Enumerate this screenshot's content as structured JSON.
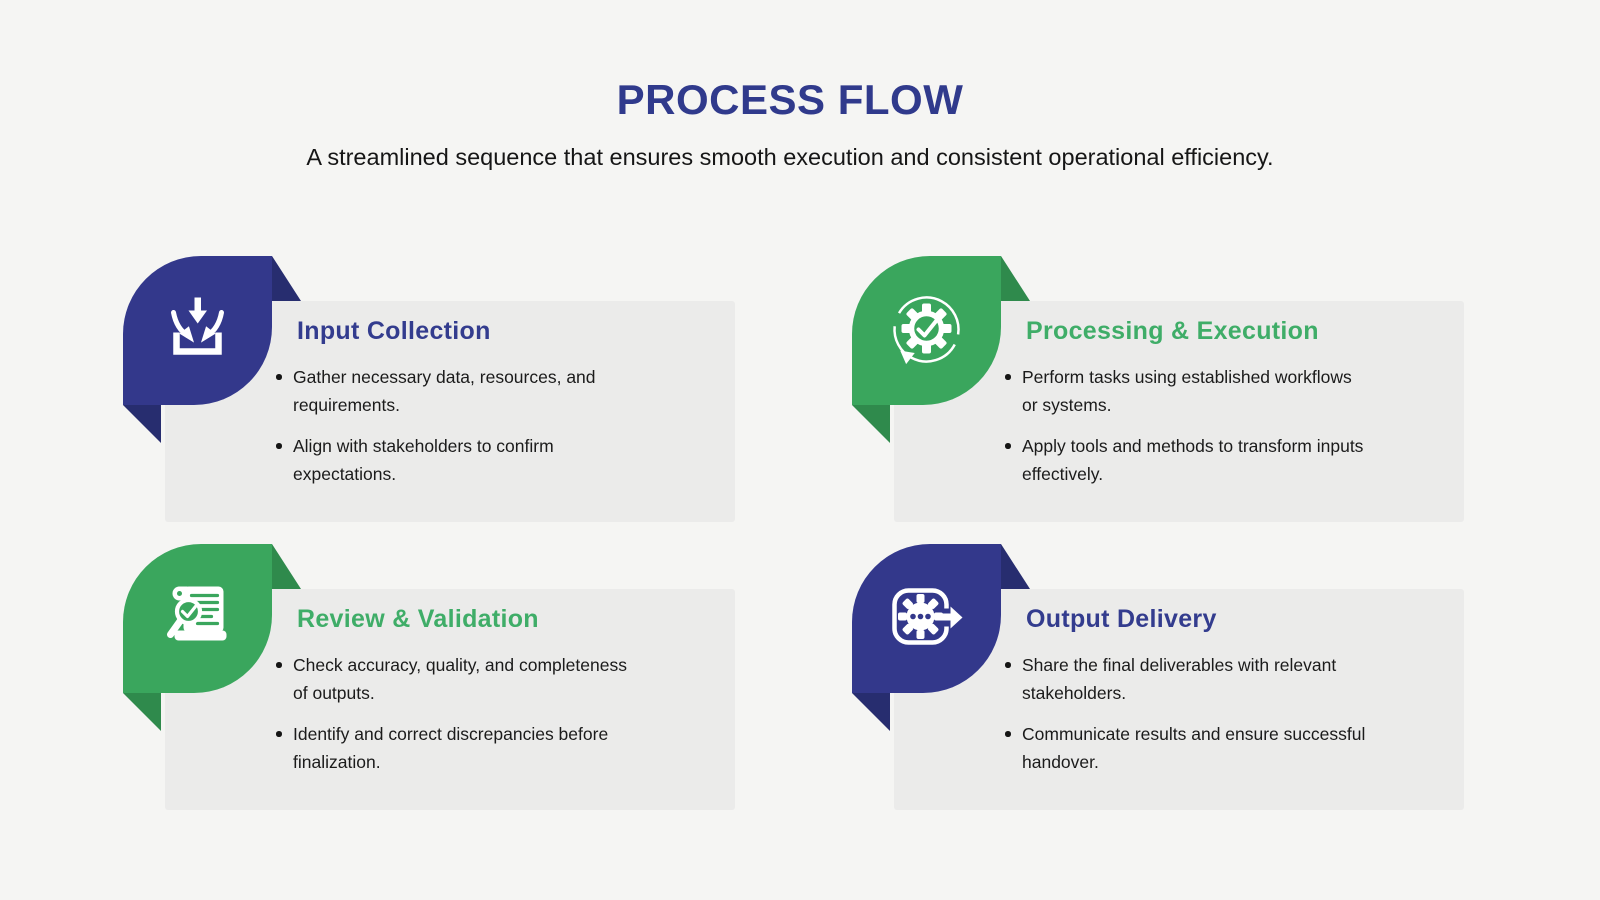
{
  "page": {
    "title": "PROCESS FLOW",
    "subtitle": "A streamlined sequence that ensures smooth execution and consistent operational efficiency."
  },
  "colors": {
    "page_background": "#f5f5f3",
    "panel_background": "#ebebea",
    "heading_navy": "#303a8c",
    "blob_navy": "#33388b",
    "blob_navy_dark": "#272d6f",
    "blob_green": "#3aa65d",
    "blob_green_dark": "#2f8a4c",
    "card_title_navy": "#333c8e",
    "card_title_green": "#3fad68",
    "body_text": "#1b1b1b",
    "icon_white": "#ffffff"
  },
  "cards": [
    {
      "title": "Input Collection",
      "accent": "navy",
      "icon": "input-tray-icon",
      "bullets": [
        "Gather necessary data, resources, and\nrequirements.",
        "Align with stakeholders to confirm\nexpectations."
      ]
    },
    {
      "title": "Processing & Execution",
      "accent": "green",
      "icon": "gear-check-cycle-icon",
      "bullets": [
        "Perform tasks using established workflows\nor systems.",
        "Apply tools and methods to transform inputs\neffectively."
      ]
    },
    {
      "title": "Review & Validation",
      "accent": "green",
      "icon": "document-check-magnifier-icon",
      "bullets": [
        "Check accuracy, quality, and completeness\nof outputs.",
        "Identify and correct discrepancies before\nfinalization."
      ]
    },
    {
      "title": "Output Delivery",
      "accent": "navy",
      "icon": "gear-arrow-out-icon",
      "bullets": [
        "Share the final deliverables with relevant\nstakeholders.",
        "Communicate results and ensure successful\nhandover."
      ]
    }
  ]
}
